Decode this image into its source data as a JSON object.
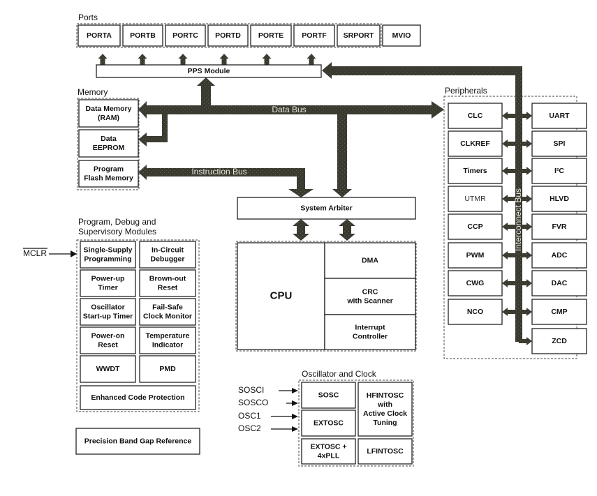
{
  "groups": {
    "ports": "Ports",
    "memory": "Memory",
    "peripherals": "Peripherals",
    "pdsm": [
      "Program, Debug and",
      "Supervisory Modules"
    ],
    "osc": "Oscillator and Clock"
  },
  "ports": [
    "PORTA",
    "PORTB",
    "PORTC",
    "PORTD",
    "PORTE",
    "PORTF",
    "SRPORT"
  ],
  "mvio": "MVIO",
  "pps": "PPS Module",
  "memory": [
    [
      "Data Memory",
      "(RAM)"
    ],
    [
      "Data",
      "EEPROM"
    ],
    [
      "Program",
      "Flash Memory"
    ]
  ],
  "buses": {
    "data": "Data Bus",
    "instruction": "Instruction Bus",
    "interconnect": "Interconnect Bus"
  },
  "system_arbiter": "System Arbiter",
  "core": {
    "cpu": "CPU",
    "dma": "DMA",
    "crc": [
      "CRC",
      "with Scanner"
    ],
    "interrupt": [
      "Interrupt",
      "Controller"
    ]
  },
  "peripherals_left": [
    "CLC",
    "CLKREF",
    "Timers",
    "UTMR",
    "CCP",
    "PWM",
    "CWG",
    "NCO"
  ],
  "peripherals_right": [
    "UART",
    "SPI",
    "I²C",
    "HLVD",
    "FVR",
    "ADC",
    "DAC",
    "CMP",
    "ZCD"
  ],
  "pdsm": [
    [
      [
        "Single-Supply",
        "Programming"
      ],
      [
        "In-Circuit",
        "Debugger"
      ]
    ],
    [
      [
        "Power-up",
        "Timer"
      ],
      [
        "Brown-out",
        "Reset"
      ]
    ],
    [
      [
        "Oscillator",
        "Start-up Timer"
      ],
      [
        "Fail-Safe",
        "Clock Monitor"
      ]
    ],
    [
      [
        "Power-on",
        "Reset"
      ],
      [
        "Temperature",
        "Indicator"
      ]
    ],
    [
      [
        "WWDT"
      ],
      [
        "PMD"
      ]
    ]
  ],
  "enhanced_code_protection": "Enhanced Code Protection",
  "precision_band_gap": "Precision Band Gap Reference",
  "mclr": "MCLR",
  "osc": {
    "sosc": "SOSC",
    "extosc": "EXTOSC",
    "extosc_pll": [
      "EXTOSC +",
      "4xPLL"
    ],
    "hfintosc": [
      "HFINTOSC",
      "with",
      "Active Clock",
      "Tuning"
    ],
    "lfintosc": "LFINTOSC",
    "signals": [
      "SOSCI",
      "SOSCO",
      "OSC1",
      "OSC2"
    ]
  }
}
